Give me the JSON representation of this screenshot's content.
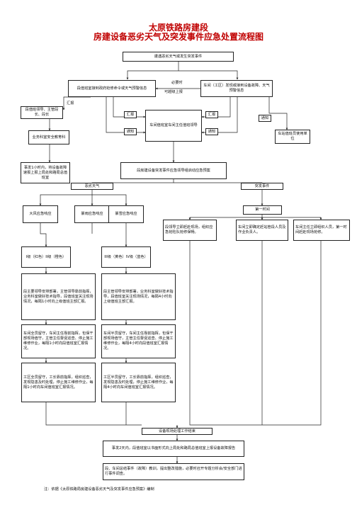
{
  "header": {
    "title_line1": "太原铁路房建段",
    "title_line2": "房建设备恶劣天气及突发事件应急处置流程图"
  },
  "nodes": {
    "start": "遭遇恶劣天气或发生突发事件",
    "duty_notice": "段值班室接到政府抢修命令或天气预警信息",
    "workshop_find": "车间（工区）发现或接到设备故障、天气预警信息",
    "mid_label1": "必要时",
    "mid_label2": "可越级上报",
    "leaders": "段值班领导、主管段长、段长",
    "dept": "业务科室安全教育科",
    "report_1h": "事发1小时内，将设备故障速报上报上局处和路局总值班室",
    "center_duty": "车间值班室车间主任值班领导",
    "station_duty": "车站值班员使用单位",
    "leading_group": "段房建设备突发事件应急领导组启动应急预案",
    "severe_weather": "恶劣天气",
    "emergency_event": "突发事件",
    "first_time": "第一时间",
    "wind": "大风应急响应",
    "rain": "暴雨应急响应",
    "snow": "暴雪应急响应",
    "level_a": "I级（红色）II级（橙色）",
    "level_b": "III级（黄色）IV级（蓝色）",
    "sec_a": "段主要领导安排部署，主管领导靠前指挥，业务科室做好技术指导，段值班室关注现场情况，每隔1小时向上级值班主部汇报。",
    "sec_b": "段主管领导安排部署，业务科室做好技术指导，段值班室关注现场情况，每隔4小时向上级值班主部汇报。",
    "ws_a": "车间全员留守，车间主任靠前指挥，包保干部现场值守，主管主任督促巡查、停止施工维修作业，每隔1小时向段值班室汇报情况。",
    "ws_b": "车间半员留守，车间主任靠前指挥，包保干部现场值守，主管主任督促巡查、停止施工维修作业，每隔4小时向段值班室汇报情况。",
    "team_a": "工区全员留守，工长靠前指挥，组织巡查，发现隐患及时处理，停止施工维修作业，每隔1小时向车间值班室汇报情况。",
    "team_b": "工区半员留守，工长靠前指挥，组织巡查，发现隐患及时处理，停止施工维修作业，每隔4小时向车间值班室汇报情况。",
    "e1": "段领导立即赶赴现场，组织应急抢险队抢修保畅。",
    "e2": "车间立即确定赶站管段人员及作业负责人。",
    "e3": "车间主任立即组织人员，第一时间赶赴现场抢修。",
    "end": "设备现场处理工作结束",
    "report_2d": "事发2天内，段值班室以书面形式向上局处和路局总值班室上报设备故障报告",
    "summary": "段、车间总结事件（故障）教训，提出整改措施，必要时召开专题分析会/安全部门进行事件调查。"
  },
  "edge_labels": {
    "report": "汇报",
    "notify": "通知"
  },
  "footer": "注：依据《太原铁路局房建设备恶劣天气及突发事件应急预案》编制"
}
